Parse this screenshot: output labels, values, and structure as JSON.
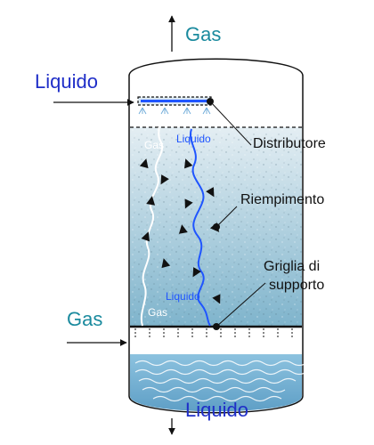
{
  "labels": {
    "gas_top": "Gas",
    "liquid_in": "Liquido",
    "distributor": "Distributore",
    "packing": "Riempimento",
    "support_grid_line1": "Griglia di",
    "support_grid_line2": "supporto",
    "gas_in": "Gas",
    "liquid_out": "Liquido",
    "inner_gas_top": "Gas",
    "inner_liquid_top": "Liquido",
    "inner_liquid_bottom": "Liquido",
    "inner_gas_bottom": "Gas"
  },
  "colors": {
    "gas_text": "#1a8a9e",
    "liquid_text": "#1f2ec8",
    "liquid_stream": "#1f55ff",
    "gas_stream": "#ffffff",
    "outline": "#111111",
    "packing_top": "#e4eef3",
    "packing_bottom": "#7fb4cc",
    "sump_liquid": "#6faed2"
  }
}
